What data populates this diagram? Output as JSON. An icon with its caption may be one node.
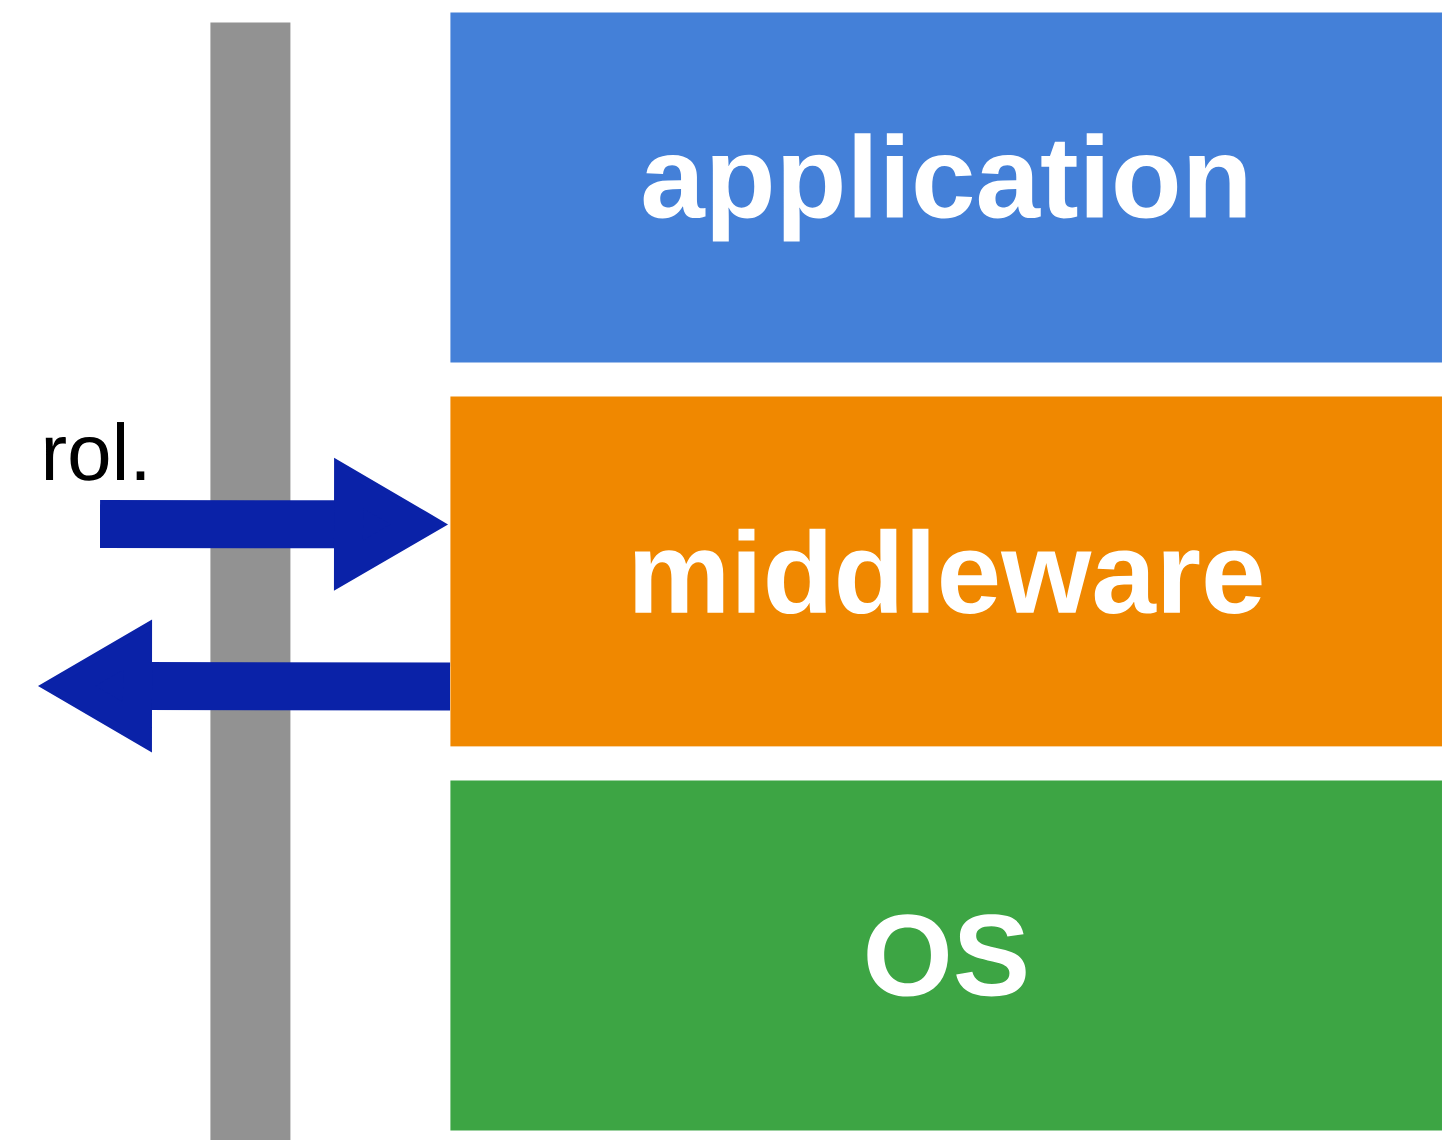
{
  "diagram": {
    "nodes": [
      {
        "text": [
          "application"
        ]
      },
      {
        "text": [
          "middleware"
        ]
      },
      {
        "text": [
          "OS"
        ]
      },
      {
        "text": [],
        "shape": "bar"
      }
    ],
    "edges": [
      {
        "from": null,
        "to": 1,
        "arrow": "to"
      },
      {
        "from": 1,
        "to": null,
        "arrow": "to"
      }
    ],
    "labels": [
      "rol."
    ]
  }
}
